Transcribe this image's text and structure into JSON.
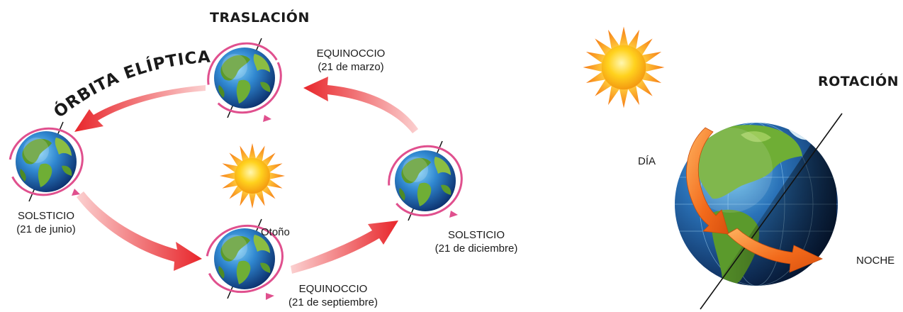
{
  "traslacion": {
    "title": "TRASLACIÓN",
    "orbit_label": "ÓRBITA ELÍPTICA",
    "equinoccio_marzo": {
      "name": "EQUINOCCIO",
      "date": "(21 de marzo)"
    },
    "solsticio_junio": {
      "name": "SOLSTICIO",
      "date": "(21 de junio)"
    },
    "equinoccio_septiembre": {
      "name": "EQUINOCCIO",
      "date": "(21 de septiembre)"
    },
    "solsticio_diciembre": {
      "name": "SOLSTICIO",
      "date": "(21 de diciembre)"
    },
    "otono": "Otoño"
  },
  "rotacion": {
    "title": "ROTACIÓN",
    "dia": "DÍA",
    "noche": "NOCHE"
  },
  "colors": {
    "arrow_red": "#e8262b",
    "orbit_pink": "#e0508e",
    "rotation_orange": "#f26a1b",
    "sun_yellow": "#ffd21e",
    "ocean_blue": "#1d5fa8",
    "land_green": "#5b9a2c"
  },
  "icons": [
    "sun-icon",
    "globe-icon",
    "orbit-arrow-icon",
    "rotation-arrow-icon"
  ]
}
